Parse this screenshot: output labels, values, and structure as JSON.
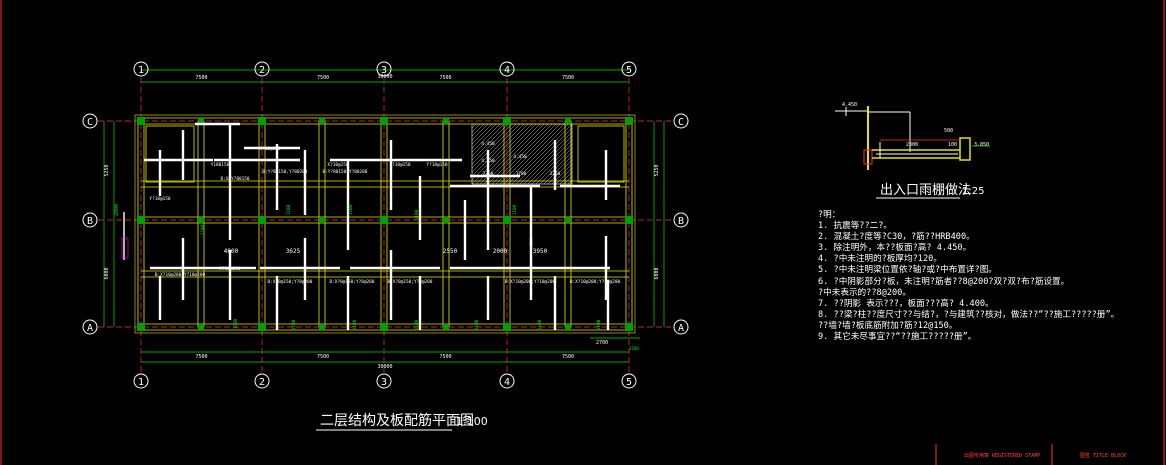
{
  "main_plan": {
    "title": "二层结构及板配筋平面图",
    "scale": "1:100",
    "grid_cols": [
      "1",
      "2",
      "3",
      "4",
      "5"
    ],
    "grid_rows": [
      "C",
      "B",
      "A"
    ],
    "span_dims": [
      "7500",
      "7500",
      "7500",
      "7500"
    ],
    "overall_dim": "30000",
    "row_dims_left": [
      "5250",
      "6000"
    ],
    "row_dims_right": [
      "5250",
      "6000"
    ],
    "inner_dims": [
      "4000",
      "3625",
      "2550",
      "2000",
      "3950"
    ],
    "side_label": "2800",
    "corner_dim_label": "2700",
    "corner_dim_label2": "2200"
  },
  "detail": {
    "title": "出入口雨棚做法",
    "scale": "1:25",
    "elev_label": "4.450",
    "labels": [
      "500",
      "2300",
      "100",
      "3.850"
    ]
  },
  "notes": {
    "heading": "?明：",
    "lines": [
      "1. 抗震等??二?。",
      "2. 混凝土?度等?C30，?筋??HRB400。",
      "3. 除注明外，本??板面?高? 4.450。",
      "4. ?中未注明的?板厚均?120。",
      "5. ?中未注明梁位置依?轴?或?中布置详?图。",
      "6. ?中阴影部分?板，未注明?筋者??8@200?双?双?布?筋设置。",
      "   ?中未表示的??8@200。",
      "7. ??阴影 表示???，板面???高? 4.400。",
      "8. ??梁?柱??度尺寸??与结?，?与建筑??核对，做法??“??施工?????册”。",
      "   ??墙?墙?板底筋附加?筋?12@150。",
      "9. 其它未尽事宜??“??施工?????册”。"
    ]
  },
  "stamps": [
    "出图专用章 REGISTERED STAMP",
    "图签 TITLE BLOCK"
  ],
  "colors": {
    "background": "#000000",
    "grid": "#ff3030",
    "beam": "#e6e600",
    "dim": "#00e000",
    "rebar": "#ffffff",
    "column": "#00a000",
    "text": "#ffffff",
    "axis_circle": "#ffffff",
    "hatch": "#b0b0b0"
  }
}
